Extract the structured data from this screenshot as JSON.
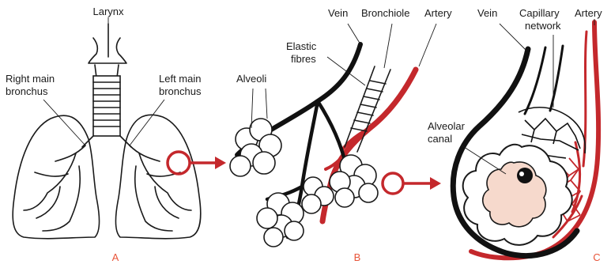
{
  "colors": {
    "outline": "#1a1a1a",
    "lung_fill": "#f6d9cc",
    "artery_red": "#c4282c",
    "panel_label": "#e8553a",
    "vessel_black": "#111111"
  },
  "panel_a": {
    "label": "A",
    "larynx": "Larynx",
    "right_main_bronchus": [
      "Right main",
      "bronchus"
    ],
    "left_main_bronchus": [
      "Left main",
      "bronchus"
    ]
  },
  "panel_b": {
    "label": "B",
    "vein": "Vein",
    "bronchiole": "Bronchiole",
    "artery": "Artery",
    "elastic_fibres": [
      "Elastic",
      "fibres"
    ],
    "alveoli": "Alveoli"
  },
  "panel_c": {
    "label": "C",
    "vein": "Vein",
    "capillary_network": [
      "Capillary",
      "network"
    ],
    "artery": "Artery",
    "alveolar_canal": [
      "Alveolar",
      "canal"
    ]
  },
  "icons": {
    "zoom_a_to_b": "magnify-arrow-icon",
    "zoom_b_to_c": "magnify-arrow-icon"
  }
}
